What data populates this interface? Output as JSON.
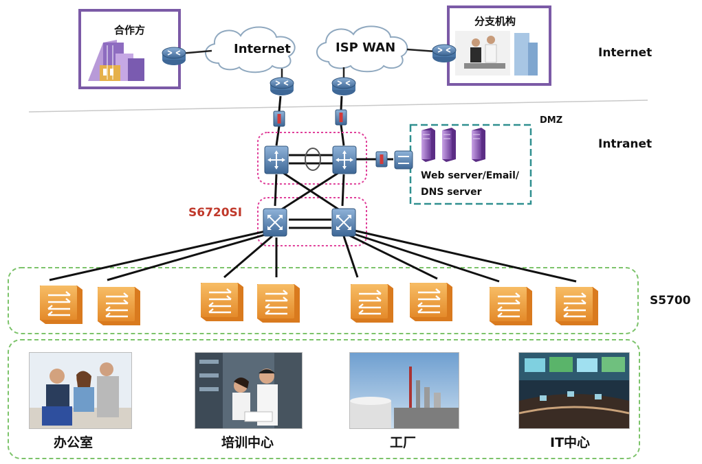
{
  "zones": {
    "internet": "Internet",
    "intranet": "Intranet",
    "access": "S5700"
  },
  "external": {
    "partner": "合作方",
    "branch": "分支机构"
  },
  "clouds": {
    "internet": "Internet",
    "isp_wan": "ISP WAN"
  },
  "dmz": {
    "label": "DMZ",
    "servers_line1": "Web server/Email/",
    "servers_line2": "DNS server"
  },
  "aggregation": {
    "label": "S6720SI"
  },
  "sites": [
    "办公室",
    "培训中心",
    "工厂",
    "IT中心"
  ],
  "colors": {
    "purple_frame": "#7b5aa6",
    "router_blue": "#4f7aa8",
    "switch_orange": "#f0a040",
    "dashed_green": "#7cc36a",
    "dashed_teal": "#2f8f8f",
    "dashed_pink": "#e0409a",
    "accent_red": "#c0392b"
  },
  "icons": {
    "router": "router-icon",
    "firewall": "firewall-icon",
    "core_switch": "core-switch-icon",
    "aggregation_switch": "aggregation-switch-icon",
    "access_switch": "access-switch-icon",
    "server": "server-icon",
    "cloud": "cloud-icon"
  }
}
